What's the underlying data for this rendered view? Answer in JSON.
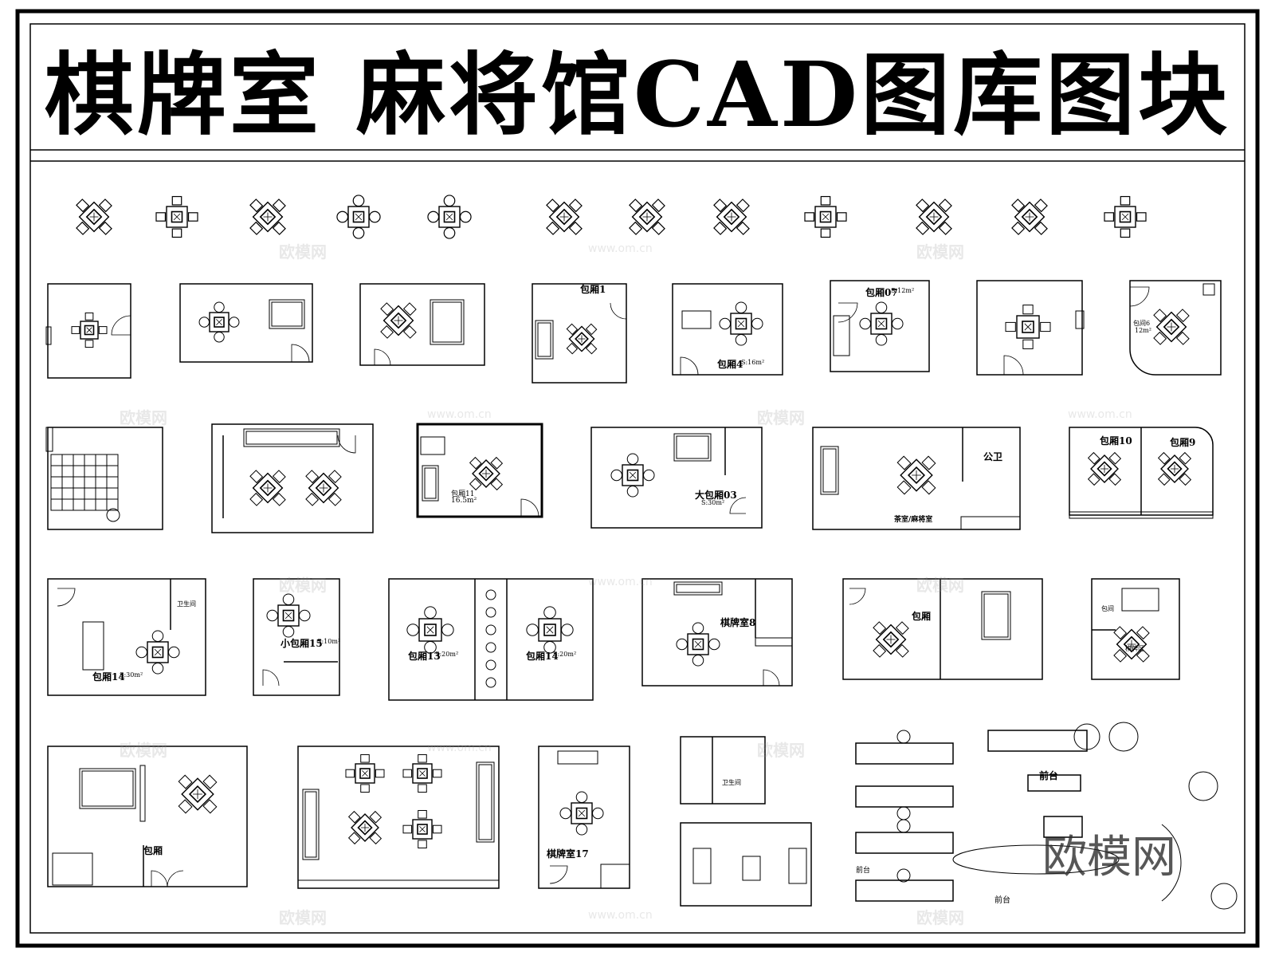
{
  "title": "棋牌室  麻将馆CAD图库图块",
  "brand": "欧模网",
  "watermark": {
    "cn": "欧模网",
    "url": "www.om.cn"
  },
  "labels": {
    "baoxiang1": "包厢1",
    "baoxiang4": "包厢4",
    "baoxiang4_area": "S:16m²",
    "baoxiang07": "包厢07",
    "baoxiang07_area": "S:12m²",
    "baoxiang6": "包间6",
    "baoxiang6_area": "12m²",
    "baoxiang11": "包厢11",
    "baoxiang11_area": "16.5m²",
    "dabaoxiang03": "大包厢03",
    "dabaoxiang03_area": "S:30m²",
    "weishengjian": "卫生间",
    "gongwei": "公卫",
    "chashi": "茶室/麻将室",
    "baoxiang10": "包厢10",
    "baoxiang9": "包厢9",
    "baoxiang14a": "包厢14",
    "baoxiang14a_area": "S:30m²",
    "xiaobaoxiang15": "小包厢15",
    "xiaobaoxiang15_area": "S:10m²",
    "baoxiang13": "包厢13",
    "baoxiang13_area": "S:20m²",
    "baoxiang14b": "包厢14",
    "baoxiang14b_area": "S:20m²",
    "qipaishi8": "棋牌室8",
    "baoxiang_a": "包厢",
    "baojian_b": "包间",
    "qipaiqu": "棋牌区",
    "baoxiang_c": "包厢",
    "qipaishi17": "棋牌室17",
    "qiantai": "前台",
    "qiantai2": "前台",
    "qiantai3": "前台"
  }
}
